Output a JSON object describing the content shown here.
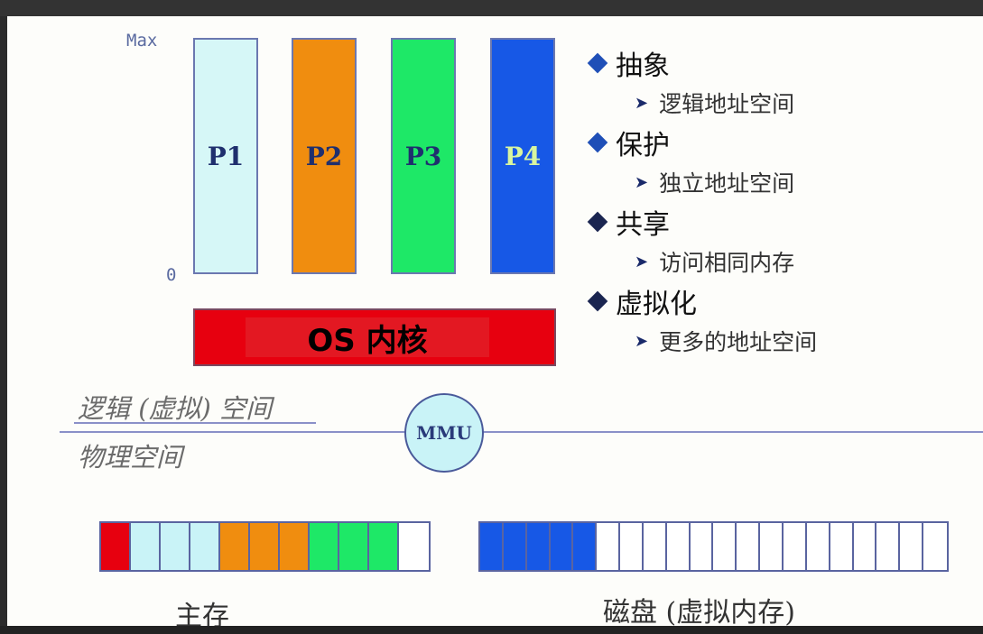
{
  "axis": {
    "max_label": "Max",
    "zero_label": "0"
  },
  "processes": [
    {
      "label": "P1",
      "fill": "#d6f7f7",
      "text_color": "#1f2f6e"
    },
    {
      "label": "P2",
      "fill": "#f08d0f",
      "text_color": "#1f2f6e"
    },
    {
      "label": "P3",
      "fill": "#1ee867",
      "text_color": "#1f2f6e"
    },
    {
      "label": "P4",
      "fill": "#1758e6",
      "text_color": "#d8f5a0"
    }
  ],
  "os_kernel": {
    "label": "OS 内核",
    "fill": "#e7000f"
  },
  "bullets": [
    {
      "title": "抽象",
      "sub": "逻辑地址空间"
    },
    {
      "title": "保护",
      "sub": "独立地址空间"
    },
    {
      "title": "共享",
      "sub": "访问相同内存"
    },
    {
      "title": "虚拟化",
      "sub": "更多的地址空间"
    }
  ],
  "logical_space_label": "逻辑 (虚拟) 空间",
  "physical_space_label": "物理空间",
  "mmu_label": "MMU",
  "main_memory": {
    "caption": "主存",
    "cells": [
      "#e7000f",
      "#c9f3f7",
      "#c9f3f7",
      "#c9f3f7",
      "#f08d0f",
      "#f08d0f",
      "#f08d0f",
      "#1ee867",
      "#1ee867",
      "#1ee867",
      "#ffffff"
    ]
  },
  "disk": {
    "caption": "磁盘 (虚拟内存)",
    "cells": [
      "#1758e6",
      "#1758e6",
      "#1758e6",
      "#1758e6",
      "#1758e6",
      "#ffffff",
      "#ffffff",
      "#ffffff",
      "#ffffff",
      "#ffffff",
      "#ffffff",
      "#ffffff",
      "#ffffff",
      "#ffffff",
      "#ffffff",
      "#ffffff",
      "#ffffff",
      "#ffffff",
      "#ffffff",
      "#ffffff"
    ]
  }
}
